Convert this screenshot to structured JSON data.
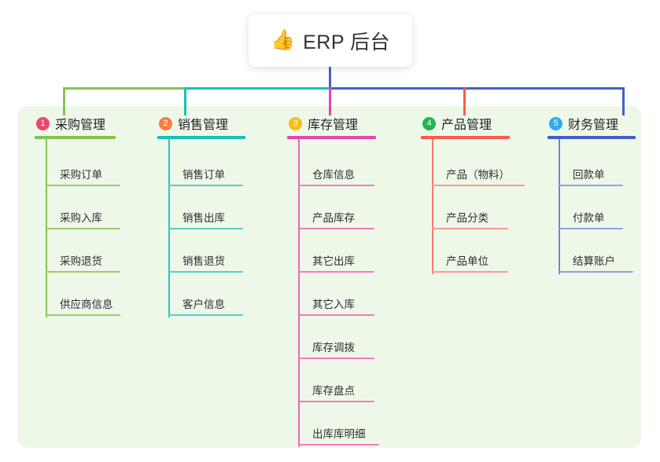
{
  "diagram": {
    "type": "tree-mindmap",
    "root": {
      "icon": "thumbs-up-icon",
      "emoji": "👍",
      "title": "ERP 后台"
    },
    "background_panel_color": "#eef8e9",
    "canvas_color": "#ffffff",
    "columns": [
      {
        "number": "1",
        "title": "采购管理",
        "badge_color": "#f0466b",
        "line_color": "#84c44d",
        "items": [
          {
            "label": "采购订单"
          },
          {
            "label": "采购入库"
          },
          {
            "label": "采购退货"
          },
          {
            "label": "供应商信息"
          }
        ]
      },
      {
        "number": "2",
        "title": "销售管理",
        "badge_color": "#f97d3c",
        "line_color": "#16c2b5",
        "items": [
          {
            "label": "销售订单"
          },
          {
            "label": "销售出库"
          },
          {
            "label": "销售退货"
          },
          {
            "label": "客户信息"
          }
        ]
      },
      {
        "number": "3",
        "title": "库存管理",
        "badge_color": "#fbbf17",
        "line_color": "#e845a8",
        "items": [
          {
            "label": "仓库信息"
          },
          {
            "label": "产品库存"
          },
          {
            "label": "其它出库"
          },
          {
            "label": "其它入库"
          },
          {
            "label": "库存调拨"
          },
          {
            "label": "库存盘点"
          },
          {
            "label": "出库库明细"
          }
        ]
      },
      {
        "number": "4",
        "title": "产品管理",
        "badge_color": "#23b552",
        "line_color": "#fb5b4f",
        "items": [
          {
            "label": "产品（物料）"
          },
          {
            "label": "产品分类"
          },
          {
            "label": "产品单位"
          }
        ]
      },
      {
        "number": "5",
        "title": "财务管理",
        "badge_color": "#2eacec",
        "line_color": "#4460c8",
        "items": [
          {
            "label": "回款单"
          },
          {
            "label": "付款单"
          },
          {
            "label": "结算账户"
          }
        ]
      }
    ],
    "connector_segments": [
      {
        "name": "root-stem",
        "color": "#4460c8"
      },
      {
        "name": "bus-left-green",
        "color": "#84c44d"
      },
      {
        "name": "bus-teal",
        "color": "#16c2b5"
      },
      {
        "name": "bus-right-blue",
        "color": "#4460c8"
      }
    ]
  }
}
